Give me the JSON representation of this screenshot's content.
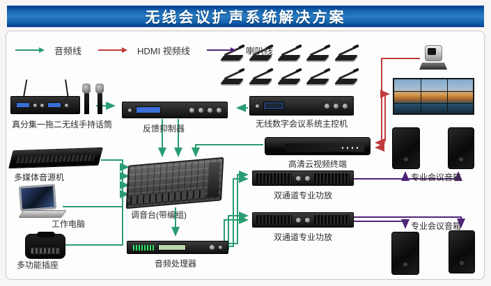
{
  "title": "无线会议扩声系统解决方案",
  "legend": {
    "items": [
      {
        "label": "音频线",
        "color": "#2a9c72"
      },
      {
        "label": "HDMI 视频线",
        "color": "#c13b3b"
      },
      {
        "label": "喇叭线",
        "color": "#4f2478"
      }
    ]
  },
  "devices": {
    "wireless_mic": {
      "label": "真分集一拖二无线手持话筒"
    },
    "feedback_suppressor": {
      "label": "反馈抑制器"
    },
    "conference_controller": {
      "label": "无线数字会议系统主控机"
    },
    "conference_mics": {
      "count": 10
    },
    "video_terminal": {
      "label": "高清云视频终端"
    },
    "media_source": {
      "label": "多媒体音源机"
    },
    "mixer": {
      "label": "调音台(带编组)"
    },
    "work_pc": {
      "label": "工作电脑"
    },
    "power_socket": {
      "label": "多功能插座"
    },
    "audio_processor": {
      "label": "音频处理器"
    },
    "amp_top": {
      "label": "双通道专业功放"
    },
    "amp_bottom": {
      "label": "双通道专业功放"
    },
    "speakers_top": {
      "label": "专业会议音箱"
    },
    "speakers_bottom": {
      "label": "专业会议音箱"
    }
  }
}
